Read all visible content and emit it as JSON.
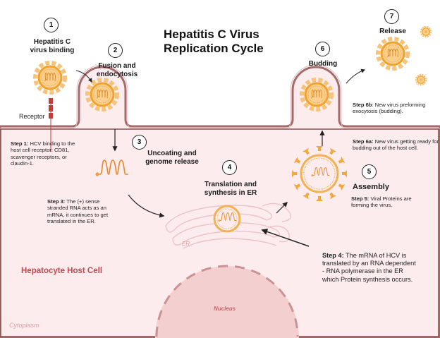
{
  "title": {
    "line1": "Hepatitis C Virus",
    "line2": "Replication Cycle"
  },
  "colors": {
    "cell_fill": "#fdeced",
    "membrane": "#a46a6c",
    "membrane_inner": "#e6b8b9",
    "virus_core": "#f7b24a",
    "virus_outer": "#f2a83b",
    "rna": "#e8862a",
    "receptor": "#c43c3c",
    "host_cell_label": "#c2474f",
    "nucleus_fill": "#f4cfcf",
    "er_stroke": "#ecc4c6"
  },
  "steps": [
    {
      "number": "1",
      "title_line1": "Hepatitis C",
      "title_line2": "virus binding"
    },
    {
      "number": "2",
      "title_line1": "Fusion and",
      "title_line2": "endocytosis"
    },
    {
      "number": "3",
      "title_line1": "Uncoating and",
      "title_line2": "genome release"
    },
    {
      "number": "4",
      "title_line1": "Translation and",
      "title_line2": "synthesis in ER"
    },
    {
      "number": "5",
      "title_line1": "Assembly",
      "title_line2": ""
    },
    {
      "number": "6",
      "title_line1": "Budding",
      "title_line2": ""
    },
    {
      "number": "7",
      "title_line1": "Release",
      "title_line2": ""
    }
  ],
  "notes": {
    "step1": {
      "label": "Step 1:",
      "text": " HCV binding to the host cell receptor: CD81, scavenger receptors, or claudin-1."
    },
    "step3": {
      "label": "Step 3:",
      "text": " The  (+) sense stranded RNA acts as an mRNA, it continues to get translated in the ER."
    },
    "step4": {
      "label": "Step 4:",
      "text": " The mRNA of HCV is translated by an RNA dependent - RNA polymerase in the ER which Protein synthesis occurs."
    },
    "step5": {
      "label": "Step 5:",
      "text": " Viral Proteins are forming the virus."
    },
    "step6a": {
      "label": "Step 6a:",
      "text": " New virus getting ready for budding out of the host cell."
    },
    "step6b": {
      "label": "Step 6b",
      "text": ": New virus preforming exocytosis (budding)."
    }
  },
  "labels": {
    "receptor": "Receptor",
    "host_cell": "Hepatocyte Host Cell",
    "er": "ER",
    "nucleus": "Nucleus",
    "cytoplasm": "Cytoplasm"
  }
}
